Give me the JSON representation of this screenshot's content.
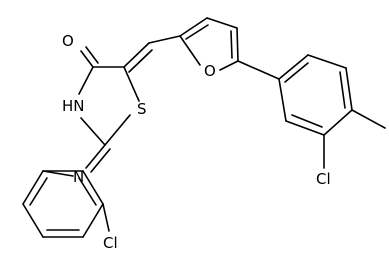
{
  "molecule": {
    "atoms": [
      {
        "label": "O"
      },
      {
        "label": "HN"
      },
      {
        "label": "S"
      },
      {
        "label": "O"
      },
      {
        "label": "N"
      },
      {
        "label": "Cl"
      },
      {
        "label": "Cl"
      }
    ]
  }
}
